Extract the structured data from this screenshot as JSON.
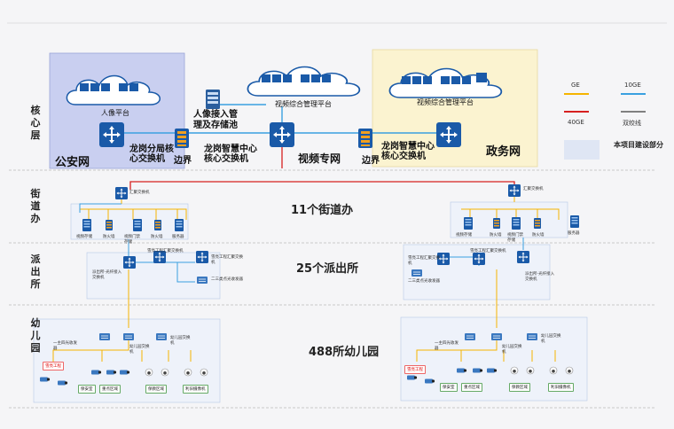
{
  "layers": {
    "core": "核心层",
    "street": "街道办",
    "police": "派出所",
    "kindergarten": "幼儿园"
  },
  "core": {
    "public_security_net": "公安网",
    "portrait_platform": "人像平台",
    "lg_branch_switch": "龙岗分局核心交换机",
    "border_left": "边界",
    "portrait_access": "人像接入管理及存储池",
    "lg_smart_center": "龙岗智慧中心核心交换机",
    "video_platform": "视频综合管理平台",
    "video_net": "视频专网",
    "border_right": "边界",
    "lg_smart_center_2": "龙岗智慧中心核心交换机",
    "gov_video_platform": "视频综合管理平台",
    "gov_net": "政务网"
  },
  "counts": {
    "street": "11个街道办",
    "police": "25个派出所",
    "kindergarten": "488所幼儿园"
  },
  "street_left": {
    "aggregate_switch": "汇聚交换机",
    "video_storage": "视频存储",
    "firewall": "防火墙",
    "portrait_door": "视频门禁存储",
    "firewall2": "防火墙",
    "server": "服务器"
  },
  "street_right": {
    "aggregate_switch": "汇聚交换机",
    "video_storage": "视频存储",
    "firewall": "防火墙",
    "portrait_door": "视频门禁存储",
    "firewall2": "防火墙",
    "server": "服务器"
  },
  "police_left": {
    "project_switch": "雪亮工程汇聚交换机",
    "access_switch": "派出所-光纤接入交换机",
    "project_agg": "雪亮工程汇聚交换机",
    "collector": "二三类点光收发器"
  },
  "police_right": {
    "project_switch": "雪亮工程汇聚交换机",
    "access_switch": "派出所-光纤接入交换机",
    "project_agg": "雪亮工程汇聚交换机",
    "collector": "二三类点光收发器"
  },
  "kg_left": {
    "transceiver": "一主四光收发器",
    "kg_switch": "幼儿园交换机",
    "kg_switch2": "幼儿园交换机",
    "project": "雪亮工程",
    "guard": "保安室",
    "key_area": "重点区域",
    "care_area": "保教区域",
    "reuse_cam": "利旧摄像机"
  },
  "kg_right": {
    "transceiver": "一主四光收发器",
    "kg_switch": "幼儿园交换机",
    "kg_switch2": "幼儿园交换机",
    "project": "雪亮工程",
    "guard": "保安室",
    "key_area": "重点区域",
    "care_area": "保教区域",
    "reuse_cam": "利旧摄像机"
  },
  "legend": {
    "ge": "GE",
    "tenge": "10GE",
    "fortyge": "40GE",
    "twisted": "双绞线",
    "scope": "本项目建设部分",
    "colors": {
      "ge": "#f5b400",
      "tenge": "#3aa0e0",
      "fortyge": "#d62020",
      "twisted": "#808080",
      "scope": "#dfe6f4"
    }
  }
}
